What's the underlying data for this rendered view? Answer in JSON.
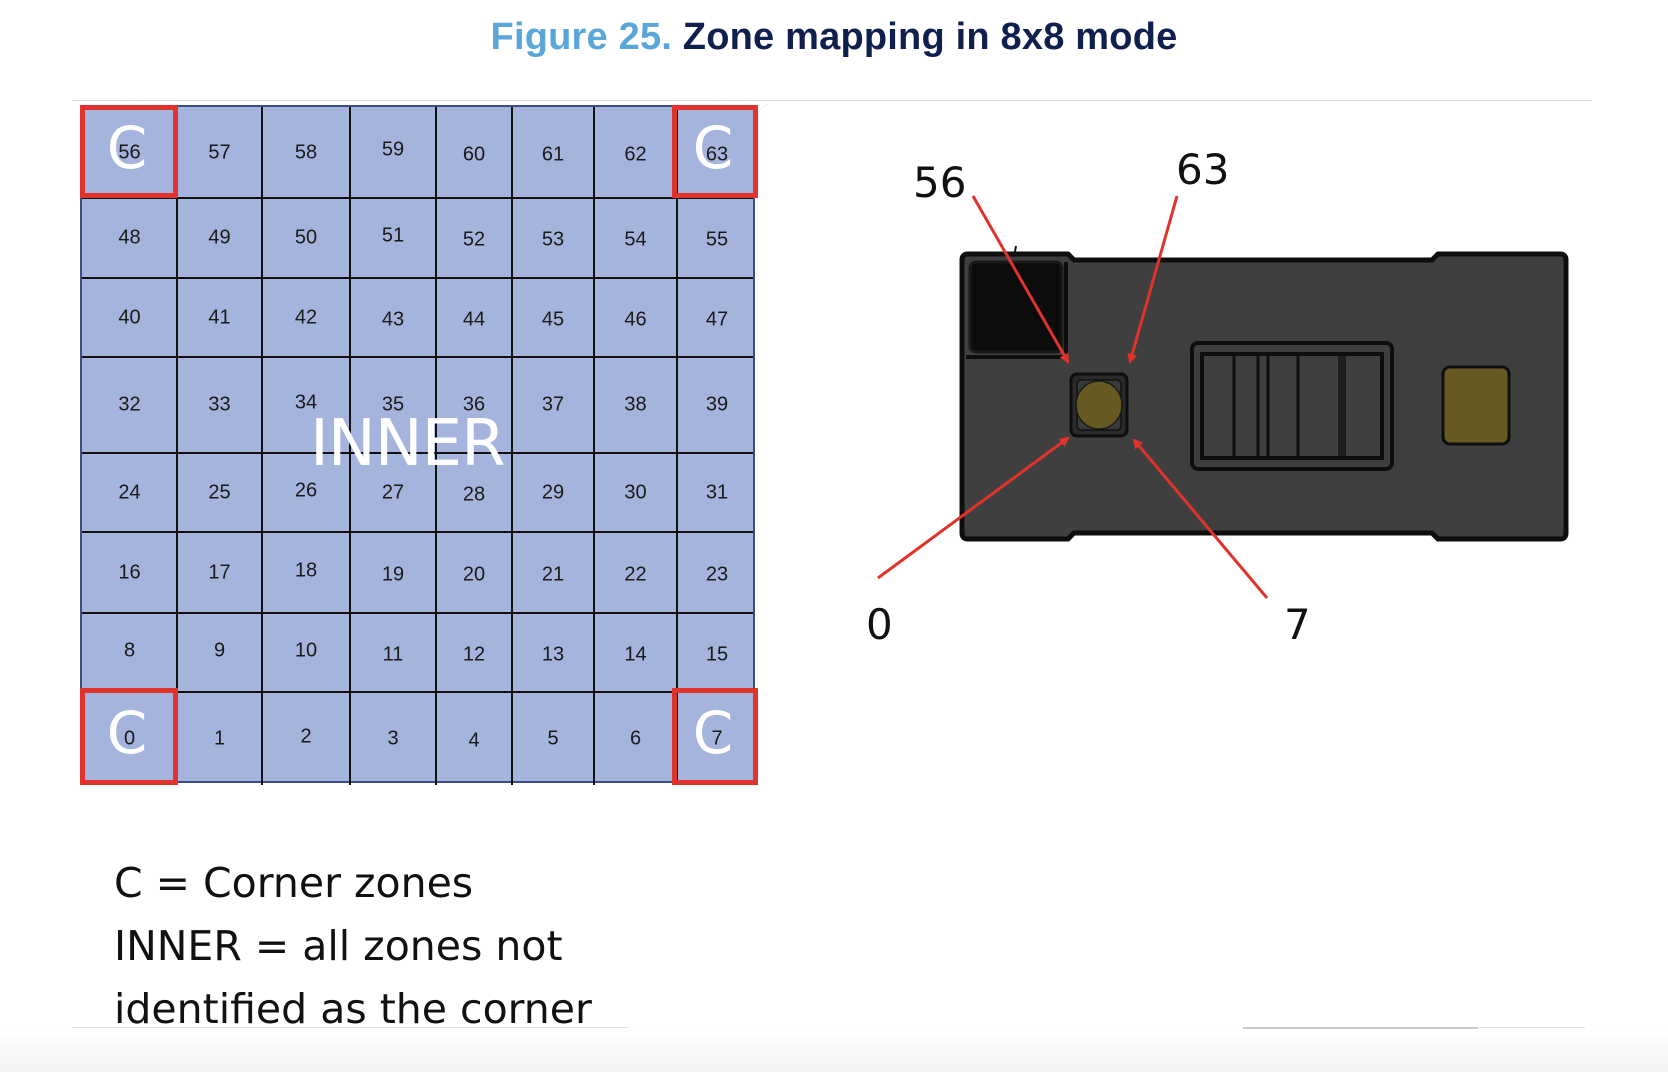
{
  "caption": {
    "figure_number": "Figure 25.",
    "title": "Zone mapping in 8x8 mode"
  },
  "zone_grid": {
    "rows": [
      [
        "56",
        "57",
        "58",
        "59",
        "60",
        "61",
        "62",
        "63"
      ],
      [
        "48",
        "49",
        "50",
        "51",
        "52",
        "53",
        "54",
        "55"
      ],
      [
        "40",
        "41",
        "42",
        "43",
        "44",
        "45",
        "46",
        "47"
      ],
      [
        "32",
        "33",
        "34",
        "35",
        "36",
        "37",
        "38",
        "39"
      ],
      [
        "24",
        "25",
        "26",
        "27",
        "28",
        "29",
        "30",
        "31"
      ],
      [
        "16",
        "17",
        "18",
        "19",
        "20",
        "21",
        "22",
        "23"
      ],
      [
        "8",
        "9",
        "10",
        "11",
        "12",
        "13",
        "14",
        "15"
      ],
      [
        "0",
        "1",
        "2",
        "3",
        "4",
        "5",
        "6",
        "7"
      ]
    ],
    "corner_marker": "C",
    "corner_zones": [
      "56",
      "63",
      "0",
      "7"
    ],
    "inner_label": "INNER",
    "cell_color": "#a4b4dc",
    "corner_highlight_color": "#e0332b"
  },
  "legend": {
    "line1": "C = Corner zones",
    "line2": "INNER = all zones not",
    "line3": "identified as the corner"
  },
  "sensor_diagram": {
    "labels": {
      "top_left": "56",
      "top_right": "63",
      "bottom_left": "0",
      "bottom_right": "7"
    },
    "body_color": "#3f3f3f",
    "lens_color": "#665a22",
    "arrow_color": "#e0332b"
  }
}
